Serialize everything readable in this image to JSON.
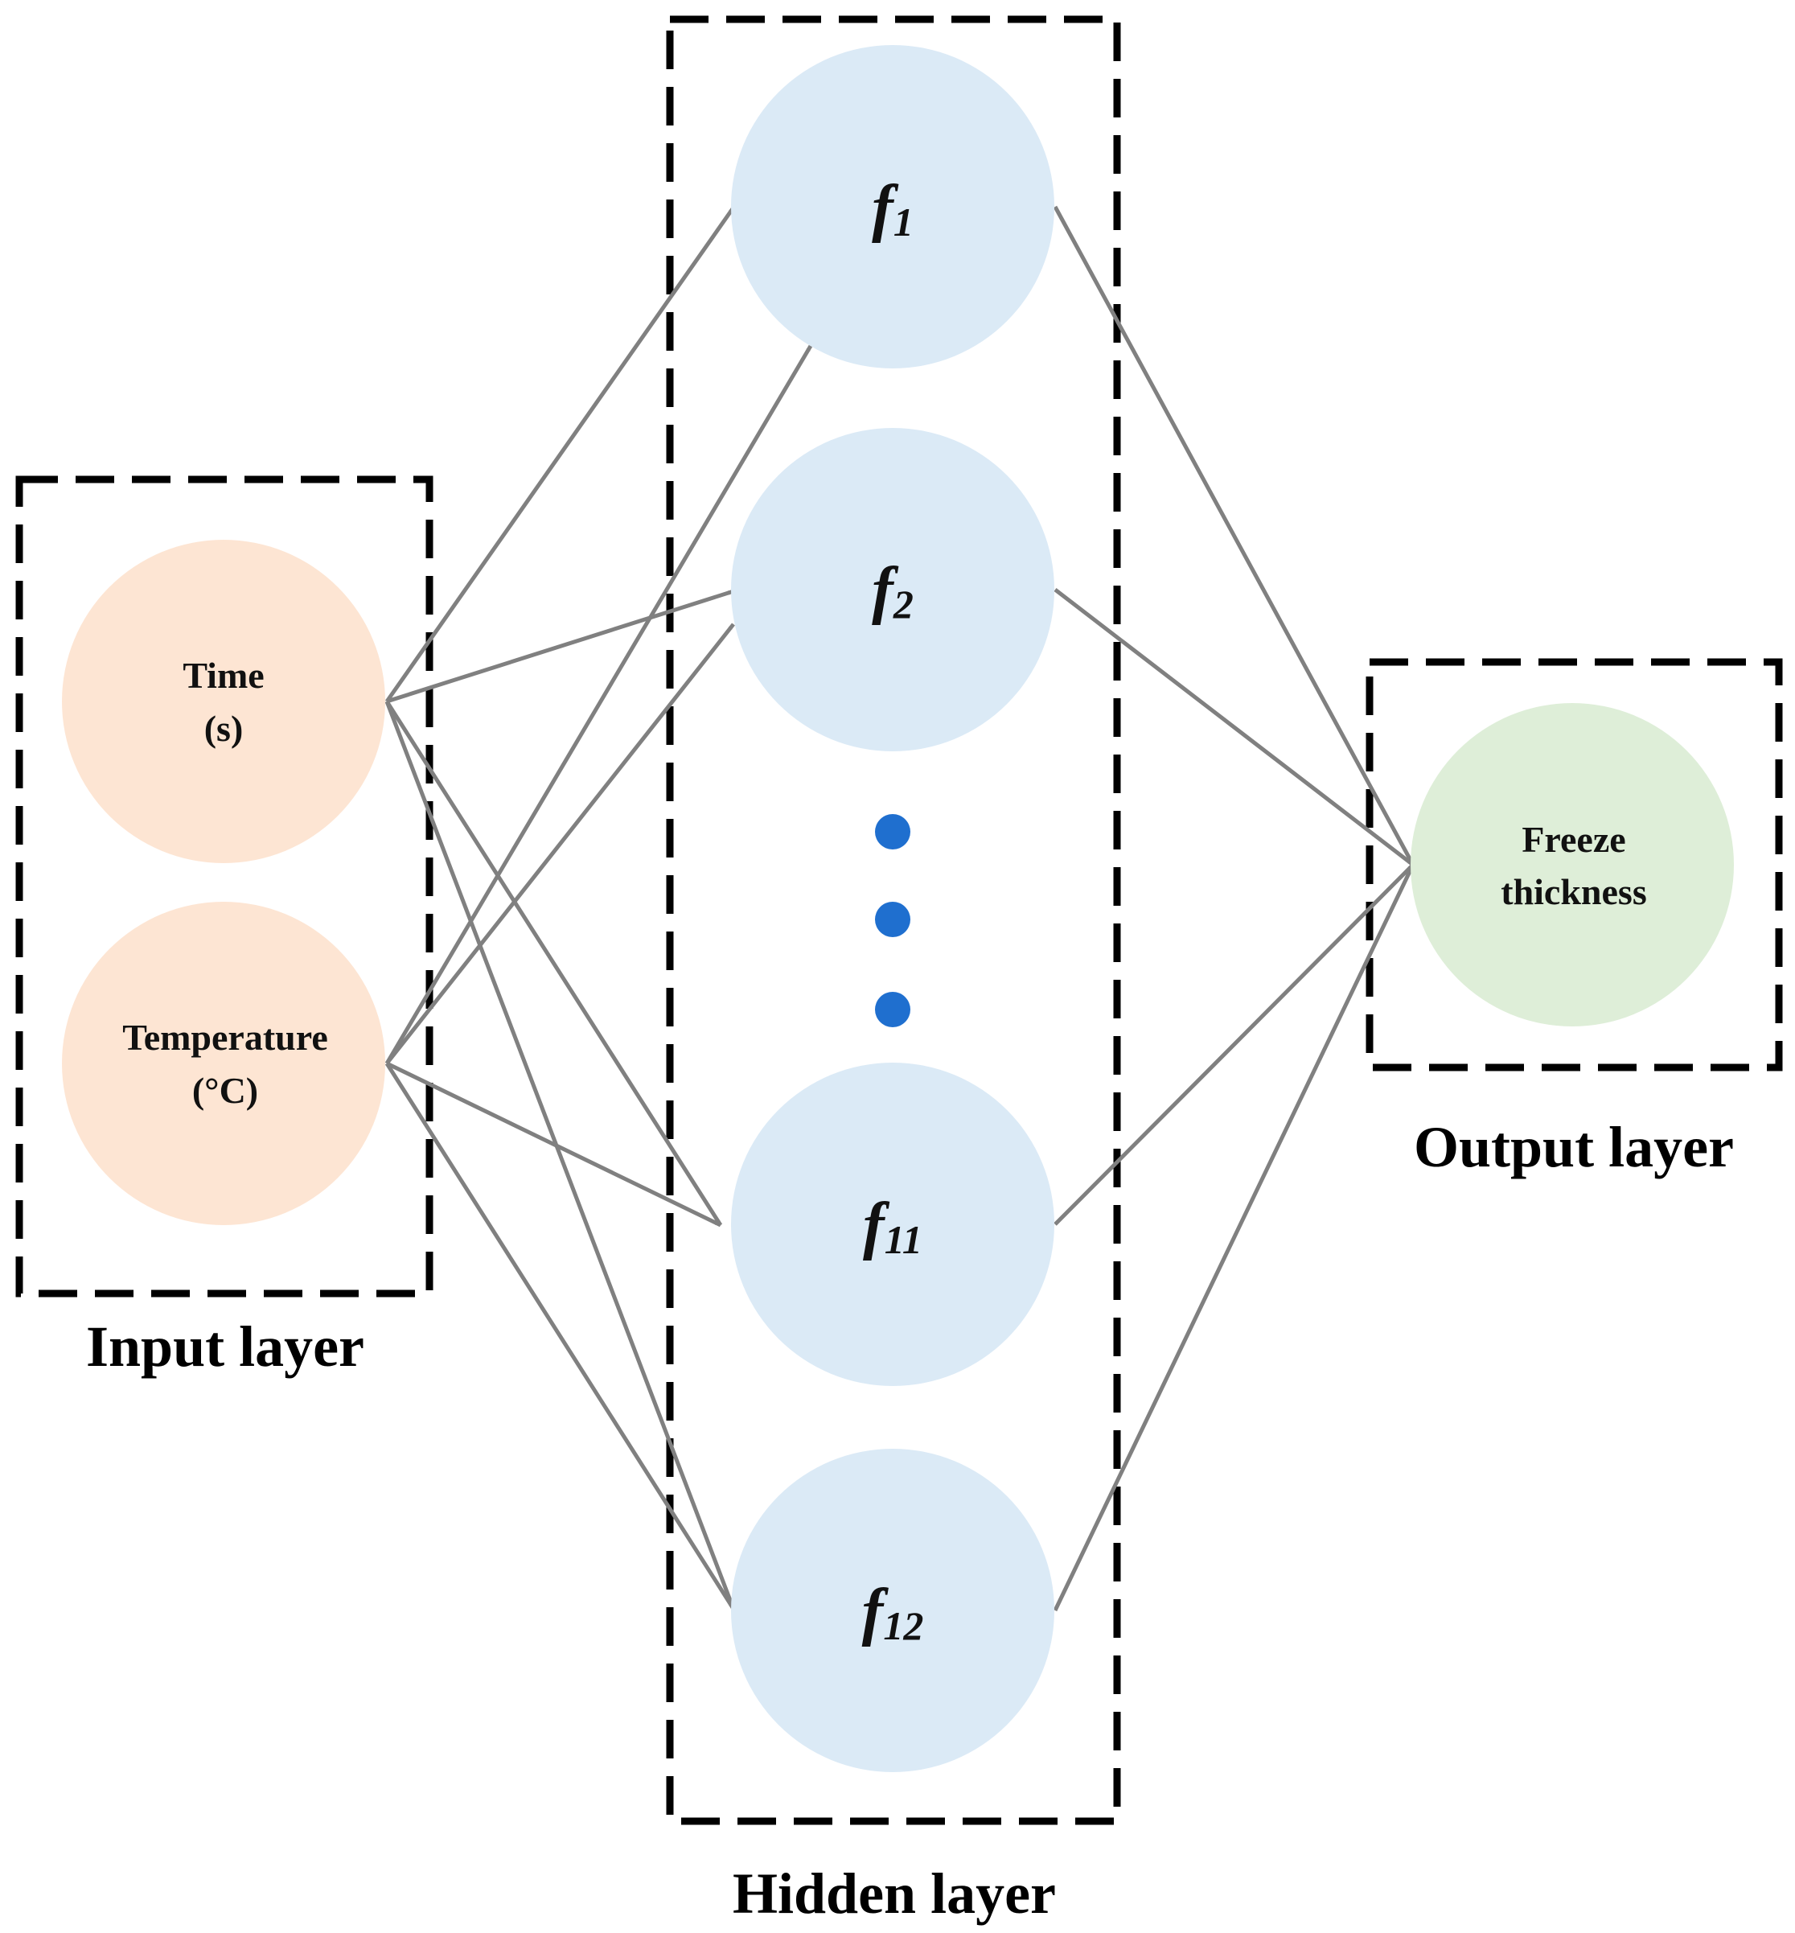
{
  "colors": {
    "input_node": "#fde5d3",
    "hidden_node": "#dbeaf6",
    "output_node": "#deeed8",
    "connection": "#808080",
    "ellipsis_dot": "#1f6fcf",
    "frame": "#000000"
  },
  "input_layer": {
    "title": "Input layer",
    "nodes": [
      {
        "line1": "Time",
        "line2": "(s)"
      },
      {
        "line1": "Temperature",
        "line2": "(°C)"
      }
    ]
  },
  "hidden_layer": {
    "title": "Hidden layer",
    "nodes": [
      {
        "base": "f",
        "sub": "1"
      },
      {
        "base": "f",
        "sub": "2"
      },
      {
        "base": "f",
        "sub": "11"
      },
      {
        "base": "f",
        "sub": "12"
      }
    ]
  },
  "output_layer": {
    "title": "Output layer",
    "node": {
      "line1": "Freeze",
      "line2": "thickness"
    }
  }
}
